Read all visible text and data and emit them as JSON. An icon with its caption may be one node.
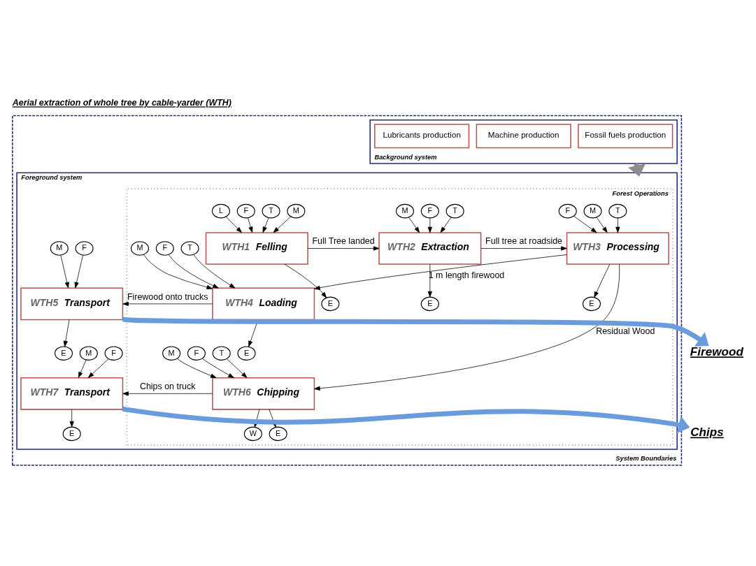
{
  "diagram": {
    "title": "Aerial extraction of whole tree by cable-yarder (WTH)",
    "nodes": [
      {
        "text": [
          "System Boundaries"
        ]
      },
      {
        "text": [
          "Background system"
        ],
        "in": 0
      },
      {
        "text": [
          "Fossil fuels production"
        ],
        "in": 1
      },
      {
        "text": [
          "Machine production"
        ],
        "in": 1
      },
      {
        "text": [
          "Lubricants production"
        ],
        "in": 1
      },
      {
        "text": [
          "Foreground system"
        ],
        "in": 0
      },
      {
        "text": [
          "Forest Operations"
        ],
        "in": 5
      },
      {
        "text": [
          "WTH1",
          "Felling"
        ],
        "in": 6
      },
      {
        "text": [
          "WTH2",
          "Extraction"
        ],
        "in": 6
      },
      {
        "text": [
          "WTH3",
          "Processing"
        ],
        "in": 6
      },
      {
        "text": [
          "WTH4",
          "Loading"
        ],
        "in": 6
      },
      {
        "text": [
          "WTH5",
          "Transport"
        ],
        "in": 5
      },
      {
        "text": [
          "WTH6",
          "Chipping"
        ],
        "in": 6
      },
      {
        "text": [
          "WTH7",
          "Transport"
        ],
        "in": 5
      },
      {
        "text": [
          "Firewood"
        ]
      },
      {
        "text": [
          "Chips"
        ]
      },
      {
        "text": [
          "F"
        ],
        "in": 6
      },
      {
        "text": [
          "L"
        ],
        "in": 6
      },
      {
        "text": [
          "M"
        ],
        "in": 6
      },
      {
        "text": [
          "T"
        ],
        "in": 6
      },
      {
        "text": [
          "E"
        ],
        "in": 6
      },
      {
        "text": [
          "F"
        ],
        "in": 6
      },
      {
        "text": [
          "M"
        ],
        "in": 6
      },
      {
        "text": [
          "T"
        ],
        "in": 6
      },
      {
        "text": [
          "E"
        ],
        "in": 6
      },
      {
        "text": [
          "M"
        ],
        "in": 6
      },
      {
        "text": [
          "F"
        ],
        "in": 6
      },
      {
        "text": [
          "E"
        ],
        "in": 6
      },
      {
        "text": [
          "T"
        ],
        "in": 6
      },
      {
        "text": [
          "F"
        ],
        "in": 6
      },
      {
        "text": [
          "M"
        ],
        "in": 6
      },
      {
        "text": [
          "T"
        ],
        "in": 6
      },
      {
        "text": [
          "E"
        ],
        "in": 6
      },
      {
        "text": [
          "F"
        ],
        "in": 5
      },
      {
        "text": [
          "M"
        ],
        "in": 5
      },
      {
        "text": [
          "E"
        ],
        "in": 5
      },
      {
        "text": [
          "T"
        ],
        "in": 6
      },
      {
        "text": [
          "F"
        ],
        "in": 6
      },
      {
        "text": [
          "M"
        ],
        "in": 6
      },
      {
        "text": [
          "W"
        ],
        "in": 6
      },
      {
        "text": [
          "E"
        ],
        "in": 6
      },
      {
        "text": [
          "F"
        ],
        "in": 5
      },
      {
        "text": [
          "M"
        ],
        "in": 5
      },
      {
        "text": [
          "E"
        ],
        "in": 5
      }
    ],
    "edges": [
      {
        "from": 1,
        "to": 5,
        "arrow": "to",
        "style": "thick",
        "color": "#8c8c8c"
      },
      {
        "from": 7,
        "to": 8,
        "arrow": "to",
        "label": "Full Tree landed"
      },
      {
        "from": 8,
        "to": 9,
        "arrow": "to",
        "label": "Full tree at roadside"
      },
      {
        "from": 9,
        "to": 10,
        "arrow": "to",
        "label": "1 m length firewood"
      },
      {
        "from": 10,
        "to": 11,
        "arrow": "to",
        "label": "Firewood onto trucks"
      },
      {
        "from": 9,
        "to": 12,
        "arrow": "to",
        "label": "Residual Wood"
      },
      {
        "from": 12,
        "to": 13,
        "arrow": "to",
        "label": "Chips on truck"
      },
      {
        "from": 11,
        "to": 14,
        "arrow": "to",
        "style": "thick",
        "color": "#6a9bdc"
      },
      {
        "from": 13,
        "to": 15,
        "arrow": "to",
        "style": "thick",
        "color": "#6a9bdc"
      },
      {
        "from": 16,
        "to": 7,
        "arrow": "to"
      },
      {
        "from": 17,
        "to": 7,
        "arrow": "to"
      },
      {
        "from": 18,
        "to": 7,
        "arrow": "to"
      },
      {
        "from": 19,
        "to": 7,
        "arrow": "to"
      },
      {
        "from": 7,
        "to": 20,
        "arrow": "to"
      },
      {
        "from": 21,
        "to": 8,
        "arrow": "to"
      },
      {
        "from": 22,
        "to": 8,
        "arrow": "to"
      },
      {
        "from": 23,
        "to": 8,
        "arrow": "to"
      },
      {
        "from": 8,
        "to": 24,
        "arrow": "to"
      },
      {
        "from": 25,
        "to": 9,
        "arrow": "to"
      },
      {
        "from": 26,
        "to": 9,
        "arrow": "to"
      },
      {
        "from": 9,
        "to": 27,
        "arrow": "to"
      },
      {
        "from": 28,
        "to": 9,
        "arrow": "to"
      },
      {
        "from": 29,
        "to": 10,
        "arrow": "to"
      },
      {
        "from": 30,
        "to": 10,
        "arrow": "to"
      },
      {
        "from": 31,
        "to": 10,
        "arrow": "to"
      },
      {
        "from": 10,
        "to": 32,
        "arrow": "to"
      },
      {
        "from": 33,
        "to": 11,
        "arrow": "to"
      },
      {
        "from": 34,
        "to": 11,
        "arrow": "to"
      },
      {
        "from": 11,
        "to": 35,
        "arrow": "to"
      },
      {
        "from": 36,
        "to": 12,
        "arrow": "to"
      },
      {
        "from": 37,
        "to": 12,
        "arrow": "to"
      },
      {
        "from": 38,
        "to": 12,
        "arrow": "to"
      },
      {
        "from": 12,
        "to": 39,
        "arrow": "to"
      },
      {
        "from": 12,
        "to": 40,
        "arrow": "to"
      },
      {
        "from": 41,
        "to": 13,
        "arrow": "to"
      },
      {
        "from": 42,
        "to": 13,
        "arrow": "to"
      },
      {
        "from": 13,
        "to": 43,
        "arrow": "to"
      }
    ]
  }
}
